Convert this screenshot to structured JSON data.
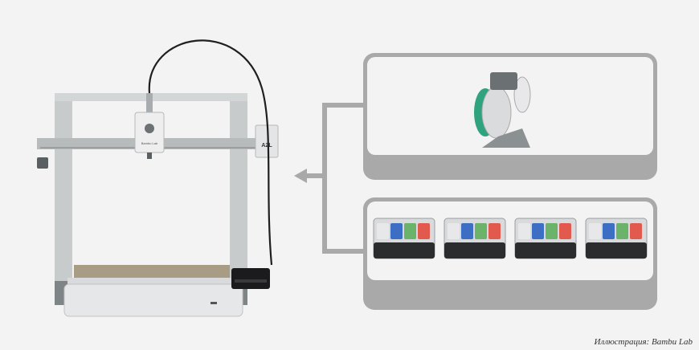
{
  "printer": {
    "model_label": "A2L",
    "toolhead_brand": "Bambu Lab"
  },
  "caption": "Иллюстрация: Bambu Lab",
  "colors": {
    "background": "#f3f3f3",
    "panel_gray": "#a9a9a9",
    "frame_silver": "#c8cbcc",
    "filament_green": "#2fa37e"
  },
  "ams_units": [
    {
      "spool_colors": [
        "#e8e8ea",
        "#3c6fc4",
        "#6bb36a",
        "#e25a4e"
      ]
    },
    {
      "spool_colors": [
        "#e8e8ea",
        "#3c6fc4",
        "#6bb36a",
        "#e25a4e"
      ]
    },
    {
      "spool_colors": [
        "#e8e8ea",
        "#3c6fc4",
        "#6bb36a",
        "#e25a4e"
      ]
    },
    {
      "spool_colors": [
        "#e8e8ea",
        "#3c6fc4",
        "#6bb36a",
        "#e25a4e"
      ]
    }
  ]
}
